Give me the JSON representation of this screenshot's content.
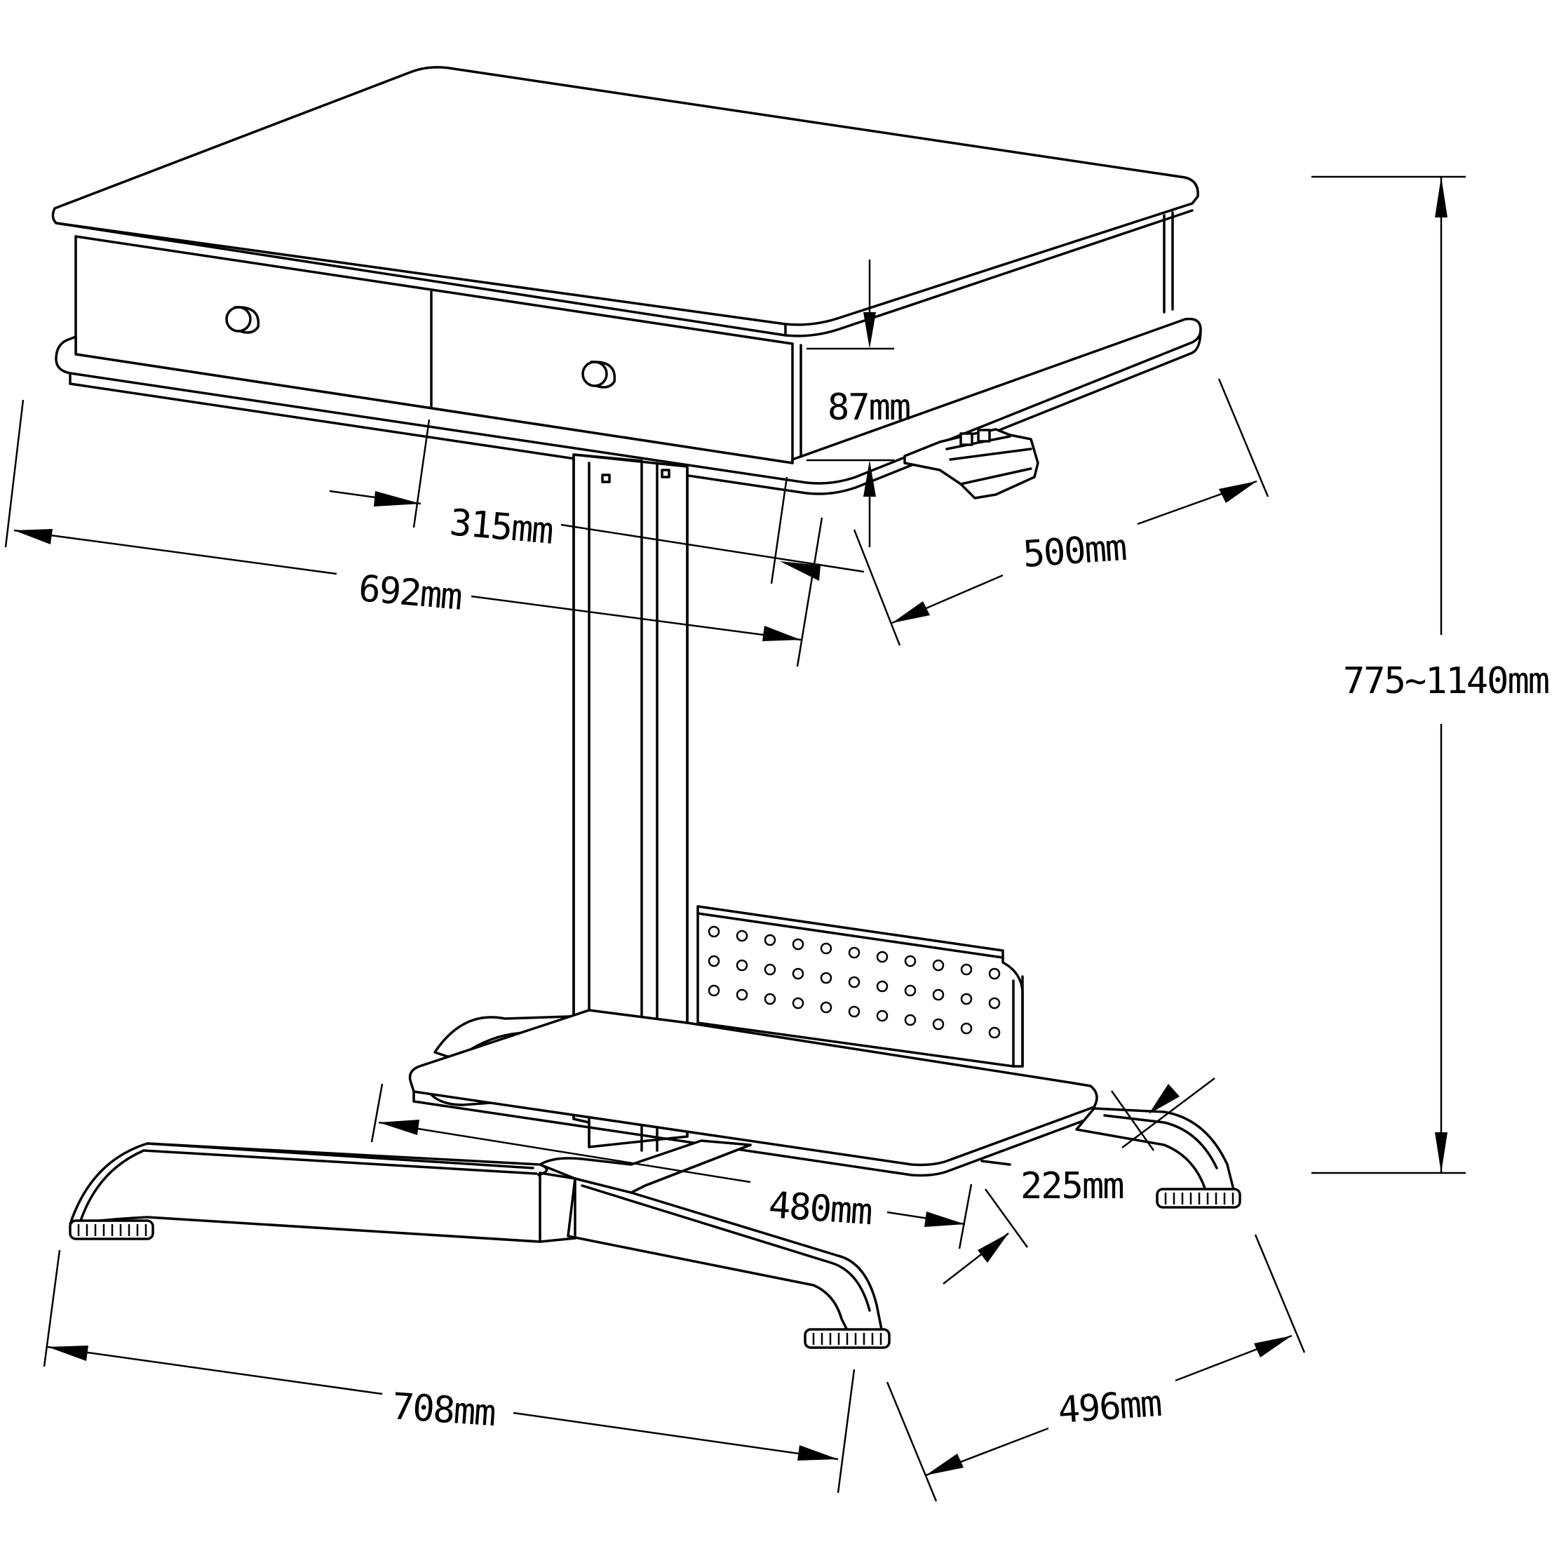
{
  "dimensions": {
    "drawer_height": "87mm",
    "drawer_width": "315mm",
    "top_width": "692mm",
    "top_depth": "500mm",
    "height_range": "775~1140mm",
    "footrest_width": "480mm",
    "footrest_depth": "225mm",
    "base_width": "708mm",
    "base_depth": "496mm"
  }
}
